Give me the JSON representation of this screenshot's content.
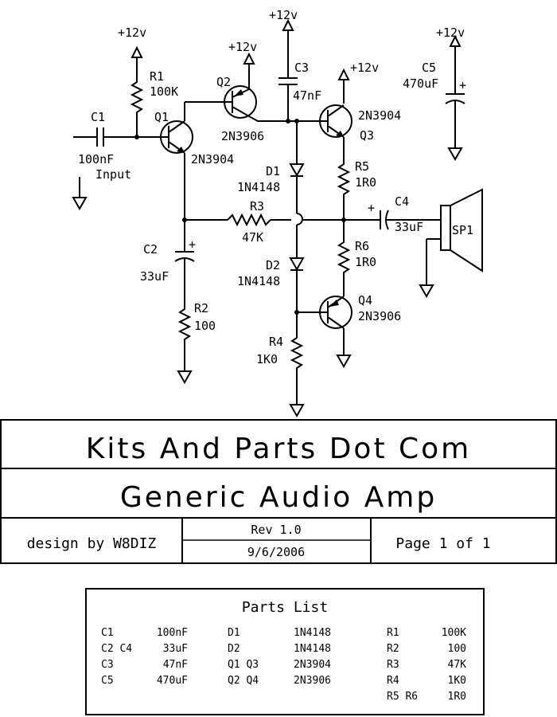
{
  "schematic": {
    "labels": {
      "vcc_r1": "+12v",
      "vcc_q2": "+12v",
      "vcc_c3": "+12v",
      "vcc_q3": "+12v",
      "vcc_c5": "+12v",
      "r1_ref": "R1",
      "r1_val": "100K",
      "c1_ref": "C1",
      "c1_val": "100nF",
      "input": "Input",
      "q1_ref": "Q1",
      "q1_part": "2N3904",
      "q2_ref": "Q2",
      "q2_part": "2N3906",
      "c3_ref": "C3",
      "c3_val": "47nF",
      "q3_part": "2N3904",
      "q3_ref": "Q3",
      "c5_ref": "C5",
      "c5_val": "470uF",
      "d1_ref": "D1",
      "d1_part": "1N4148",
      "r5_ref": "R5",
      "r5_val": "1R0",
      "r3_ref": "R3",
      "r3_val": "47K",
      "c4_ref": "C4",
      "c4_val": "33uF",
      "sp1_ref": "SP1",
      "c2_ref": "C2",
      "c2_val": "33uF",
      "r6_ref": "R6",
      "r6_val": "1R0",
      "d2_ref": "D2",
      "d2_part": "1N4148",
      "q4_ref": "Q4",
      "q4_part": "2N3906",
      "r2_ref": "R2",
      "r2_val": "100",
      "r4_ref": "R4",
      "r4_val": "1K0",
      "plus": "+"
    }
  },
  "title_block": {
    "company": "Kits And Parts Dot Com",
    "project": "Generic Audio Amp",
    "designer": "design by W8DIZ",
    "revision": "Rev 1.0",
    "date": "9/6/2006",
    "page": "Page 1 of 1"
  },
  "parts_list": {
    "title": "Parts List",
    "col1": [
      {
        "ref": "C1",
        "val": "100nF"
      },
      {
        "ref": "C2 C4",
        "val": "33uF"
      },
      {
        "ref": "C3",
        "val": "47nF"
      },
      {
        "ref": "C5",
        "val": "470uF"
      }
    ],
    "col2": [
      {
        "ref": "D1",
        "val": "1N4148"
      },
      {
        "ref": "D2",
        "val": "1N4148"
      },
      {
        "ref": "Q1 Q3",
        "val": "2N3904"
      },
      {
        "ref": "Q2 Q4",
        "val": "2N3906"
      }
    ],
    "col3": [
      {
        "ref": "R1",
        "val": "100K"
      },
      {
        "ref": "R2",
        "val": "100"
      },
      {
        "ref": "R3",
        "val": "47K"
      },
      {
        "ref": "R4",
        "val": "1K0"
      },
      {
        "ref": "R5 R6",
        "val": "1R0"
      }
    ]
  }
}
